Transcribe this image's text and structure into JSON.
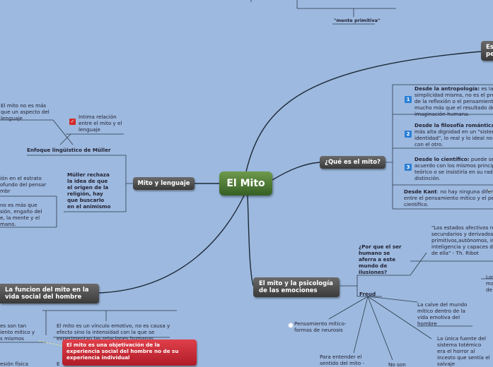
{
  "central": "El Mito",
  "branches": {
    "mito_lenguaje": "Mito y lenguaje",
    "que_es": "¿Qué es el mito?",
    "psicologia_line1": "El mito y la psicología",
    "psicologia_line2": "de las emociones",
    "funcion_line1": "La funcion del mito en la",
    "funcion_line2": "vida social del hombre",
    "es_pe_line1": "Es",
    "es_pe_line2": "pe"
  },
  "top": {
    "mente_primitiva": "\"mente primitiva\""
  },
  "lenguaje": {
    "enfoque": "Enfoque lingüistico de Müller",
    "mito_aspecto": [
      "El mito no es más",
      "que un aspecto del",
      "lenguaje"
    ],
    "intima": [
      "Intima relación",
      "entre el mito y el",
      "lenguaje"
    ],
    "muller": [
      "Müller rechaza",
      "la idea de que",
      "el origen de la",
      "religión, hay",
      "que buscarlo",
      "en el animismo"
    ],
    "left_frag1": [
      "ión en el estrato",
      "ofundo del pensar",
      "mbr"
    ],
    "left_frag2": [
      "no es más que",
      "sión, engaño del",
      "e, la mente y el",
      "mano."
    ]
  },
  "que_es": {
    "antropologia_title": "Desde la antropología:",
    "antropologia_rest": [
      " es la",
      "simplicidad misma, no es el produ",
      "de la reflexión o el pensamiento y",
      "mucho más que el resultado de la",
      "imaginación humana."
    ],
    "romantica_title": "Desde la filosofía romántica",
    "romantica_rest": [
      "más alta dignidad en un \"sister",
      "identidad\", lo real y lo ideal no",
      "con el otro."
    ],
    "cientifico_title": "Desde lo científico:",
    "cientifico_rest": [
      " puede ser",
      "acuerdo con los mismos principi",
      "teórico o se insistiría en su radi",
      "distinción."
    ],
    "kant_title": "Desde Kant",
    "kant_rest": [
      ": no hay ninguna diferen",
      "entre el pensamiento mítico y el pen",
      "científico."
    ],
    "numbers": [
      "1",
      "2",
      "3"
    ]
  },
  "psicologia": {
    "por_que": [
      "¿Por que el ser",
      "humano se",
      "aferra a este",
      "mundo de",
      "ilusiones?"
    ],
    "quote": [
      "\"Los estados afectivos no",
      "secundarios y derivados,",
      "primitivos,autónomos, ir",
      "inteligencia y capaces de",
      "de ella\" - Th. Ribot"
    ],
    "los_ma": [
      "Los",
      "ma",
      "de"
    ],
    "freud": "Freud",
    "pensamiento": [
      "Pensamiento mítico-",
      "formas de neurosis"
    ],
    "calve": [
      "La calve del mundo",
      "mítico dentro de la",
      "vida emotiva del",
      "hombre"
    ],
    "unica": [
      "La única fuente del",
      "sistema totémico",
      "era el horror al",
      "incesto que sentía el",
      "salvaje"
    ],
    "para_entender": [
      "Para entender el",
      "sentido del mito -"
    ],
    "no_son": "No son"
  },
  "funcion": {
    "vinculo": [
      "El mito es un vínculo emotivo, no es causa y",
      "efecto sino la intensidad con la que se",
      "experimentan las relaciones humanas"
    ],
    "red": [
      "El mito es una objetivación de la",
      "experiencia social del hombre no de su",
      "experiencia individual"
    ],
    "left_frag": [
      "es son tan",
      "iento mítico y",
      "s mismos"
    ],
    "bottom_frag": "esión física",
    "bottom_frag2": "E"
  },
  "colors": {
    "background": "#9db9df",
    "central": "#4f7d35",
    "branch": "#4a4a4a",
    "red": "#c9252f",
    "number": "#2a7fd6",
    "line": "#1d2a38"
  }
}
